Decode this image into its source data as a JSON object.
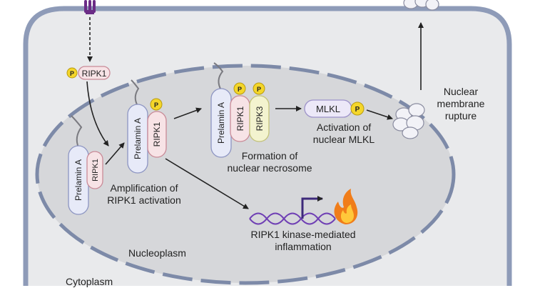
{
  "labels": {
    "ripk1": "RIPK1",
    "ripk3": "RIPK3",
    "prelamin_a": "Prelamin A",
    "mlkl": "MLKL",
    "phospho": "P",
    "amplification_line1": "Amplification of",
    "amplification_line2": "RIPK1 activation",
    "formation_line1": "Formation of",
    "formation_line2": "nuclear necrosome",
    "activation_line1": "Activation of",
    "activation_line2": "nuclear MLKL",
    "rupture_line1": "Nuclear",
    "rupture_line2": "membrane",
    "rupture_line3": "rupture",
    "inflammation_line1": "RIPK1 kinase-mediated",
    "inflammation_line2": "inflammation",
    "nucleoplasm": "Nucleoplasm",
    "cytoplasm": "Cytoplasm"
  },
  "colors": {
    "cell_border": "#8e9bb8",
    "cytoplasm_fill": "#e9eaec",
    "nucleus_fill": "#d6d7da",
    "nuclear_envelope": "#7d8aa8",
    "ripk1_fill": "#f7e3e6",
    "ripk1_stroke": "#c98a97",
    "prelamin_fill": "#e7eaf8",
    "prelamin_stroke": "#8d95c2",
    "ripk3_fill": "#f3f3cf",
    "ripk3_stroke": "#c3c27a",
    "mlkl_fill": "#ece8f8",
    "mlkl_stroke": "#9d92c9",
    "phospho_fill": "#f4d62a",
    "dna": "#6f3fb4",
    "promoter_arrow": "#3d2a7a",
    "flame_outer": "#f07d1a",
    "flame_inner": "#ffc83a",
    "receptor": "#6b2c86"
  }
}
